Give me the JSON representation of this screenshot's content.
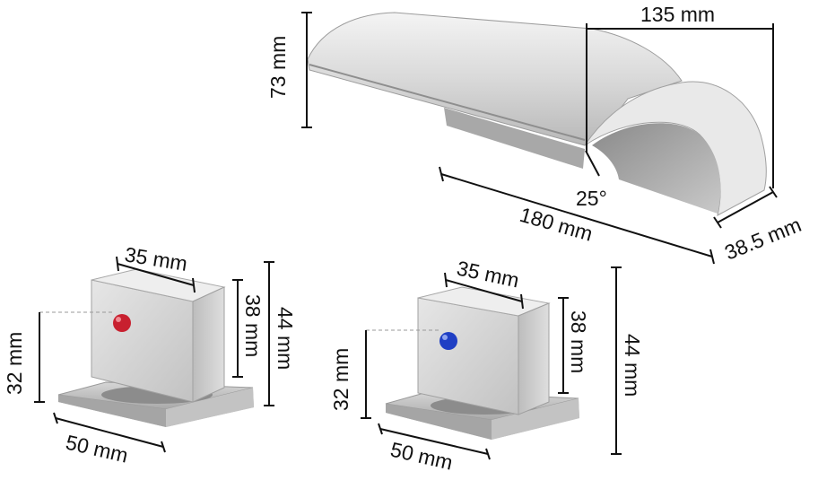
{
  "spout": {
    "length_label": "180 mm",
    "outlet_width_label": "135 mm",
    "height_label": "73 mm",
    "depth_label": "38.5 mm",
    "angle_label": "25°"
  },
  "hot_handle": {
    "top_width_label": "35 mm",
    "cube_height_label": "38 mm",
    "total_height_label": "44 mm",
    "indicator_height_label": "32 mm",
    "base_width_label": "50 mm",
    "indicator_color": "#c8202f"
  },
  "cold_handle": {
    "top_width_label": "35 mm",
    "cube_height_label": "38 mm",
    "total_height_label": "44 mm",
    "indicator_height_label": "32 mm",
    "base_width_label": "50 mm",
    "indicator_color": "#1f3fc4"
  }
}
